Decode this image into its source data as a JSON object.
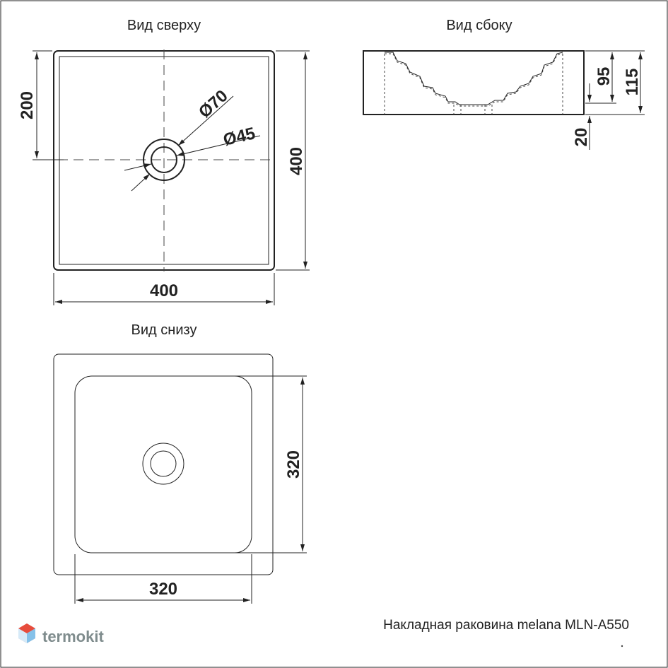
{
  "views": {
    "top": {
      "title": "Вид сверху"
    },
    "side": {
      "title": "Вид сбоку"
    },
    "bottom": {
      "title": "Вид снизу"
    }
  },
  "dimensions": {
    "top_width": "400",
    "top_height": "400",
    "top_half": "200",
    "drain_outer": "Ø70",
    "drain_inner": "Ø45",
    "side_height": "115",
    "side_depth": "95",
    "side_base": "20",
    "bottom_width": "320",
    "bottom_height": "320"
  },
  "caption": "Накладная раковина melana MLN-A550",
  "logo": {
    "text": "termokit",
    "icon": "hexagon-logo-icon"
  }
}
